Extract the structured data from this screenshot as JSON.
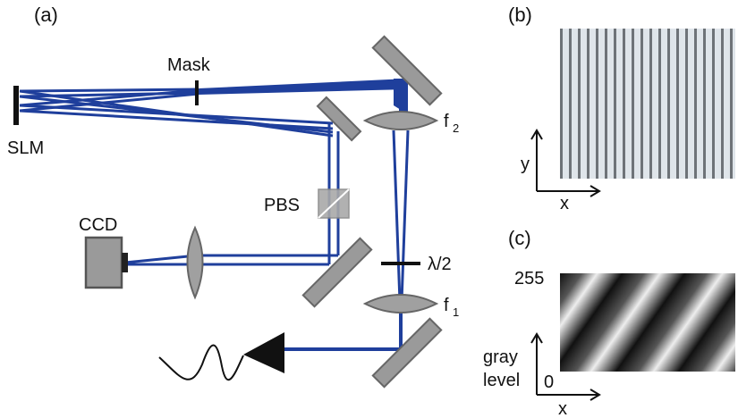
{
  "panels": {
    "a": "(a)",
    "b": "(b)",
    "c": "(c)"
  },
  "components": {
    "mask": "Mask",
    "slm": "SLM",
    "pbs": "PBS",
    "ccd": "CCD",
    "f2_main": "f",
    "f2_sub": "2",
    "f1_main": "f",
    "f1_sub": "1",
    "halfwave": "λ/2"
  },
  "axes_b": {
    "x": "x",
    "y": "y"
  },
  "axes_c": {
    "x": "x",
    "y_line1": "gray",
    "y_line2": "level",
    "max": "255",
    "min": "0"
  },
  "colors": {
    "beam": "#1f3f9c",
    "optic": "#9a9a9a",
    "optic_edge": "#666666"
  }
}
